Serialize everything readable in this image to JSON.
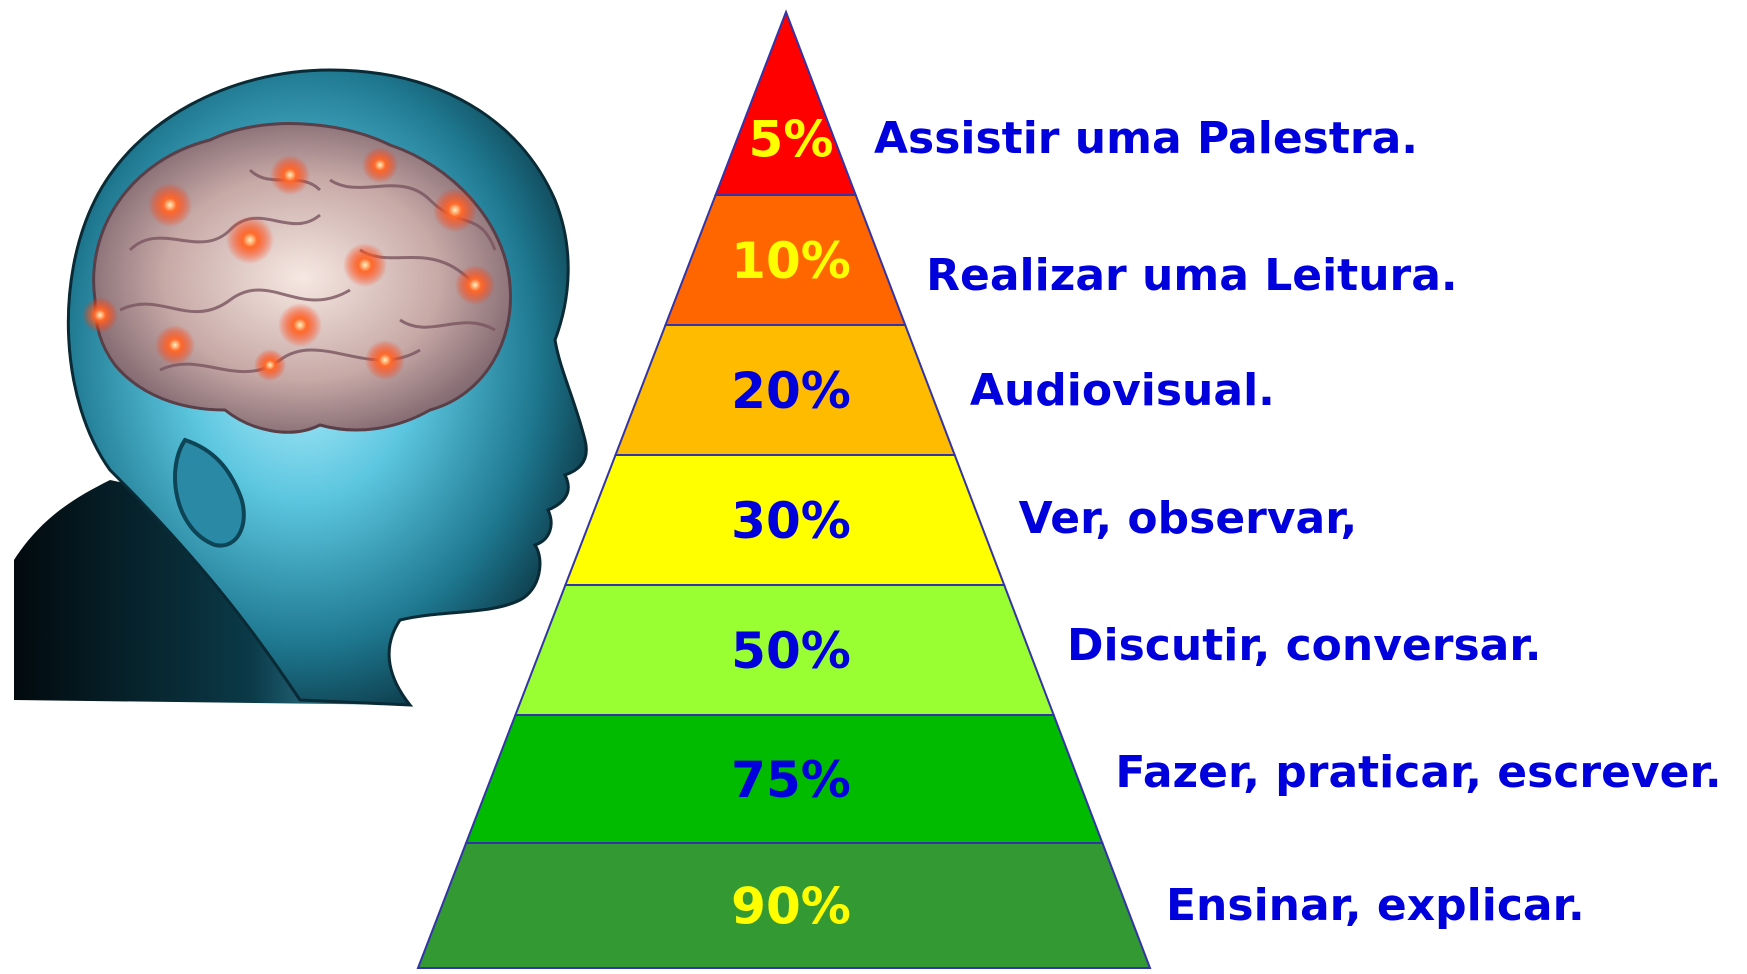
{
  "diagram": {
    "type": "pyramid",
    "image": "human-head-with-glowing-brain",
    "outline_color": "#3333aa",
    "layers": [
      {
        "percent": "5%",
        "label": "Assistir uma Palestra.",
        "color": "#ff0000",
        "percent_color": "#ffff00",
        "label_color": "#0000dd"
      },
      {
        "percent": "10%",
        "label": "Realizar uma Leitura.",
        "color": "#ff6600",
        "percent_color": "#ffff00",
        "label_color": "#0000dd"
      },
      {
        "percent": "20%",
        "label": "Audiovisual.",
        "color": "#ffbb00",
        "percent_color": "#0000dd",
        "label_color": "#0000dd"
      },
      {
        "percent": "30%",
        "label": "Ver, observar,",
        "color": "#ffff00",
        "percent_color": "#0000dd",
        "label_color": "#0000dd"
      },
      {
        "percent": "50%",
        "label": "Discutir, conversar.",
        "color": "#99ff33",
        "percent_color": "#0000dd",
        "label_color": "#0000dd"
      },
      {
        "percent": "75%",
        "label": "Fazer, praticar, escrever.",
        "color": "#00bb00",
        "percent_color": "#0000dd",
        "label_color": "#0000dd"
      },
      {
        "percent": "90%",
        "label": "Ensinar, explicar.",
        "color": "#339933",
        "percent_color": "#ffff00",
        "label_color": "#0000dd"
      }
    ]
  }
}
